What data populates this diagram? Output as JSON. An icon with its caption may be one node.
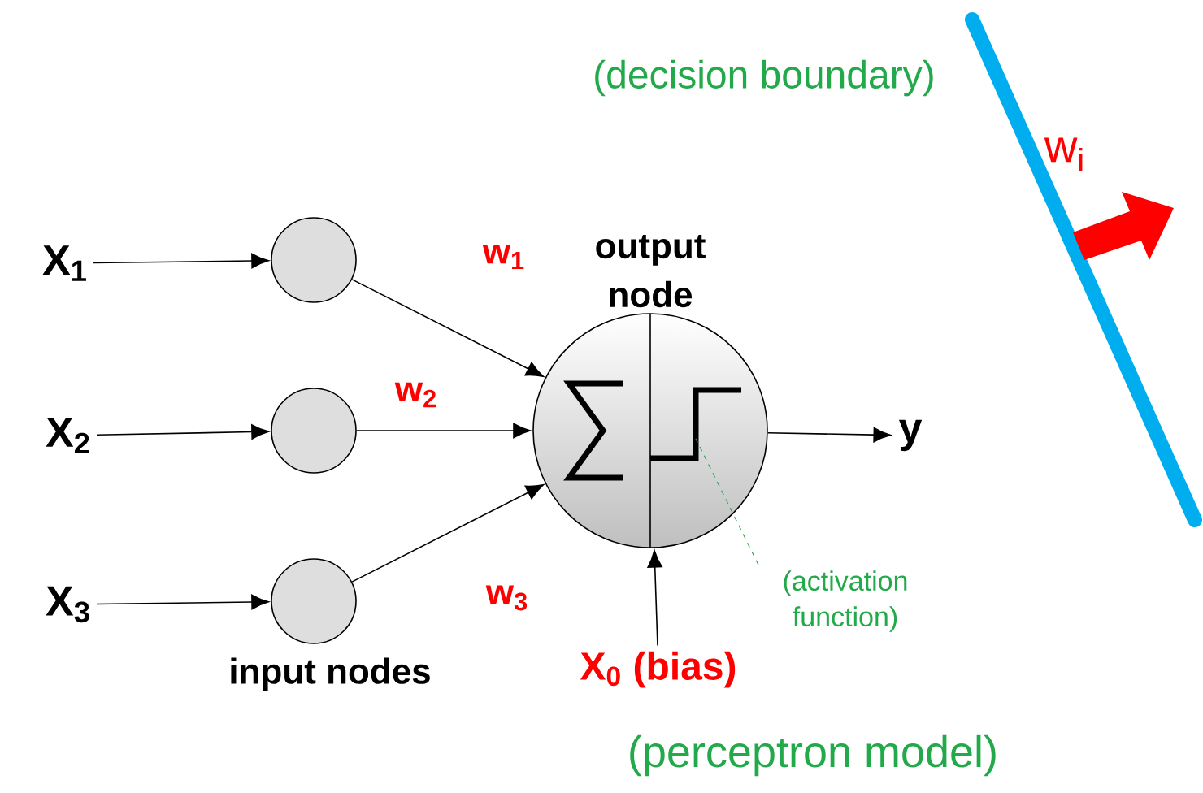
{
  "diagram": {
    "caption": "(perceptron model)",
    "nodes": [
      {
        "text": [
          "X$_{1}$"
        ]
      },
      {
        "text": [
          "X$_{2}$"
        ]
      },
      {
        "text": [
          "X$_{3}$"
        ]
      },
      {
        "text": [],
        "shape": "circle"
      },
      {
        "text": [],
        "shape": "circle"
      },
      {
        "text": [],
        "shape": "circle"
      },
      {
        "text": [
          "output node"
        ]
      },
      {
        "text": [
          "y"
        ]
      },
      {
        "text": [
          "X$_{0}$ (bias)"
        ]
      },
      {
        "text": [
          "(activation function)"
        ]
      }
    ],
    "edges": [
      {
        "from": 0,
        "to": 3,
        "arrow": "to"
      },
      {
        "from": 1,
        "to": 4,
        "arrow": "to"
      },
      {
        "from": 2,
        "to": 5,
        "arrow": "to"
      },
      {
        "from": 3,
        "to": 6,
        "arrow": "to",
        "label": "w$_{1}$"
      },
      {
        "from": 4,
        "to": 6,
        "arrow": "to",
        "label": "w$_{2}$"
      },
      {
        "from": 5,
        "to": 6,
        "arrow": "to",
        "label": "w$_{3}$"
      },
      {
        "from": 6,
        "to": 7,
        "arrow": "to"
      },
      {
        "from": 8,
        "to": 6,
        "arrow": "to"
      },
      {
        "from": 9,
        "to": 6,
        "arrow": "none",
        "style": "dashed",
        "color": "#22a94a"
      }
    ],
    "labels": [
      "input nodes",
      "(decision boundary)",
      "w$_{i}$"
    ]
  }
}
